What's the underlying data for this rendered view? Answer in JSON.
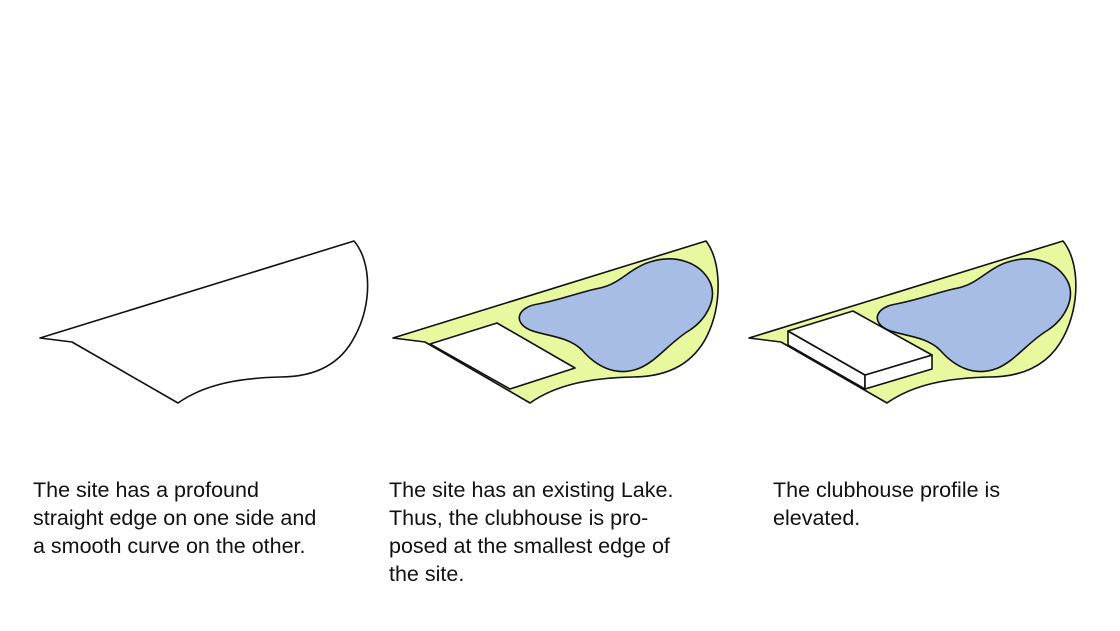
{
  "colors": {
    "site_fill": "#e8f89e",
    "lake_fill": "#a7bde6",
    "outline": "#111111",
    "clubhouse_fill": "#ffffff"
  },
  "captions": [
    {
      "text": "The site has a profound\nstraight edge on one side and\na smooth curve on the other."
    },
    {
      "text": "The site has an existing Lake.\nThus, the clubhouse is pro-\nposed at the smallest edge of\nthe site."
    },
    {
      "text": "The clubhouse profile is\nelevated."
    }
  ]
}
